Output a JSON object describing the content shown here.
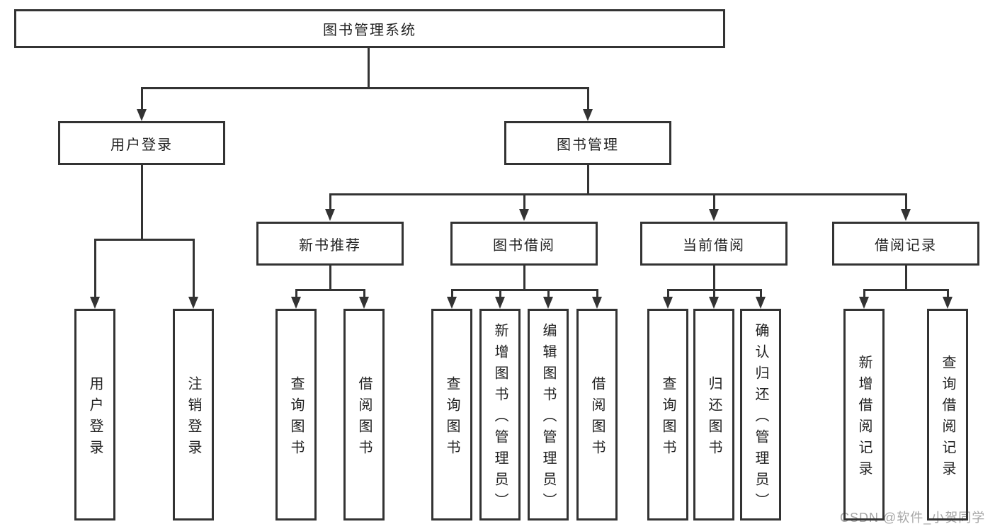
{
  "nodes": {
    "root": {
      "label": "图书管理系统"
    },
    "level2": [
      {
        "label": "用户登录"
      },
      {
        "label": "图书管理"
      }
    ],
    "level3": [
      {
        "label": "新书推荐"
      },
      {
        "label": "图书借阅"
      },
      {
        "label": "当前借阅"
      },
      {
        "label": "借阅记录"
      }
    ],
    "level4": [
      {
        "label": "用户登录"
      },
      {
        "label": "注销登录"
      },
      {
        "label": "查询图书"
      },
      {
        "label": "借阅图书"
      },
      {
        "label": "查询图书"
      },
      {
        "label": "新增图书（管理员）"
      },
      {
        "label": "编辑图书（管理员）"
      },
      {
        "label": "借阅图书"
      },
      {
        "label": "查询图书"
      },
      {
        "label": "归还图书"
      },
      {
        "label": "确认归还（管理员）"
      },
      {
        "label": "新增借阅记录"
      },
      {
        "label": "查询借阅记录"
      }
    ]
  },
  "watermark": {
    "text": "CSDN @软件_小贺同学"
  },
  "colors": {
    "line": "#333333",
    "text": "#222222",
    "watermark": "#a6a6a6",
    "background": "#ffffff"
  }
}
